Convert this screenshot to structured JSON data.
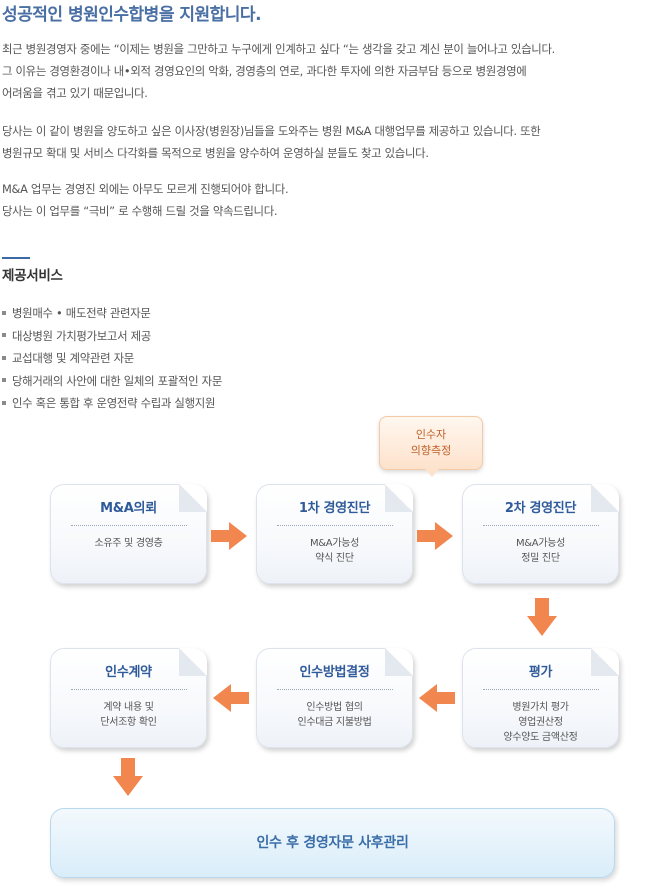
{
  "title": "성공적인 병원인수합병을 지원합니다.",
  "intro": {
    "p1": [
      "최근 병원경영자 중에는 “이제는 병원을 그만하고 누구에게 인계하고 싶다 “는 생각을 갖고 계신 분이 늘어나고 있습니다.",
      "그 이유는 경영환경이나 내•외적 경영요인의 악화, 경영층의 연로, 과다한 투자에 의한 자금부담 등으로 병원경영에",
      "어려움을 겪고 있기 때문입니다."
    ],
    "p2": [
      "당사는 이 같이 병원을 양도하고 싶은 이사장(병원장)님들을 도와주는 병원 M&A 대행업무를 제공하고 있습니다. 또한",
      "병원규모 확대 및 서비스 다각화를 목적으로 병원을 양수하여 운영하실 분들도 찾고 있습니다."
    ],
    "p3": [
      "M&A 업무는 경영진 외에는 아무도 모르게 진행되어야 합니다.",
      "당사는 이 업무를 “극비” 로 수행해 드릴 것을 약속드립니다."
    ]
  },
  "services": {
    "heading": "제공서비스",
    "items": [
      "병원매수 • 매도전략 관련자문",
      "대상병원 가치평가보고서 제공",
      "교섭대행 및 계약관련 자문",
      "당해거래의 사안에 대한 일체의 포괄적인 자문",
      "인수 혹은 통합 후 운영전략 수립과 실행지원"
    ]
  },
  "flow": {
    "tag": [
      "인수자",
      "의향측정"
    ],
    "steps": [
      {
        "title": "M&A의뢰",
        "desc": [
          "소유주 및 경영층"
        ]
      },
      {
        "title": "1차 경영진단",
        "desc": [
          "M&A가능성",
          "약식 진단"
        ]
      },
      {
        "title": "2차 경영진단",
        "desc": [
          "M&A가능성",
          "정밀 진단"
        ]
      },
      {
        "title": "인수계약",
        "desc": [
          "계약 내용 및",
          "단서조항 확인"
        ]
      },
      {
        "title": "인수방법결정",
        "desc": [
          "인수방법 협의",
          "인수대금 지불방법"
        ]
      },
      {
        "title": "평가",
        "desc": [
          "병원가치 평가",
          "영업권산정",
          "양수양도 금액산정"
        ]
      }
    ],
    "final": "인수 후 경영자문 사후관리",
    "arrow_color": "#f07a3c"
  }
}
